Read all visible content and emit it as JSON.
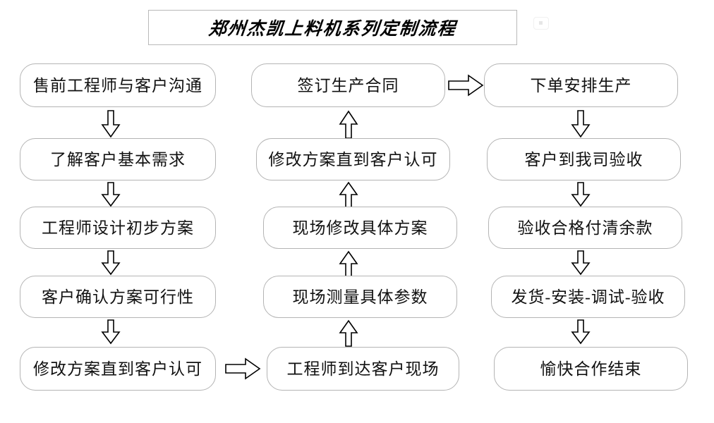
{
  "diagram": {
    "title": "郑州杰凯上料机系列定制流程",
    "type": "flowchart",
    "columns": 3,
    "colors": {
      "box_border": "#b4b4b4",
      "box_fill": "#ffffff",
      "text": "#111111",
      "arrow_stroke": "#000000",
      "arrow_fill": "#ffffff",
      "title_border": "#b9b9b9",
      "background": "#ffffff"
    },
    "columns_data": [
      {
        "name": "left-column",
        "direction": "top-to-bottom",
        "nodes": [
          {
            "id": "n1",
            "label": "售前工程师与客户沟通"
          },
          {
            "id": "n2",
            "label": "了解客户基本需求"
          },
          {
            "id": "n3",
            "label": "工程师设计初步方案"
          },
          {
            "id": "n4",
            "label": "客户确认方案可行性"
          },
          {
            "id": "n5",
            "label": "修改方案直到客户认可"
          }
        ]
      },
      {
        "name": "middle-column",
        "direction": "bottom-to-top",
        "nodes": [
          {
            "id": "n10",
            "label": "签订生产合同"
          },
          {
            "id": "n9",
            "label": "修改方案直到客户认可"
          },
          {
            "id": "n8",
            "label": "现场修改具体方案"
          },
          {
            "id": "n7",
            "label": "现场测量具体参数"
          },
          {
            "id": "n6",
            "label": "工程师到达客户现场"
          }
        ]
      },
      {
        "name": "right-column",
        "direction": "top-to-bottom",
        "nodes": [
          {
            "id": "n11",
            "label": "下单安排生产"
          },
          {
            "id": "n12",
            "label": "客户到我司验收"
          },
          {
            "id": "n13",
            "label": "验收合格付清余款"
          },
          {
            "id": "n14",
            "label": "发货-安装-调试-验收"
          },
          {
            "id": "n15",
            "label": "愉快合作结束"
          }
        ]
      }
    ],
    "connectors": [
      {
        "id": "a1",
        "from": "n1",
        "to": "n2",
        "direction": "down",
        "icon": "arrow-down-icon"
      },
      {
        "id": "a2",
        "from": "n2",
        "to": "n3",
        "direction": "down",
        "icon": "arrow-down-icon"
      },
      {
        "id": "a3",
        "from": "n3",
        "to": "n4",
        "direction": "down",
        "icon": "arrow-down-icon"
      },
      {
        "id": "a4",
        "from": "n4",
        "to": "n5",
        "direction": "down",
        "icon": "arrow-down-icon"
      },
      {
        "id": "a5",
        "from": "n5",
        "to": "n6",
        "direction": "right",
        "icon": "arrow-right-icon"
      },
      {
        "id": "a6",
        "from": "n6",
        "to": "n7",
        "direction": "up",
        "icon": "arrow-up-icon"
      },
      {
        "id": "a7",
        "from": "n7",
        "to": "n8",
        "direction": "up",
        "icon": "arrow-up-icon"
      },
      {
        "id": "a8",
        "from": "n8",
        "to": "n9",
        "direction": "up",
        "icon": "arrow-up-icon"
      },
      {
        "id": "a9",
        "from": "n9",
        "to": "n10",
        "direction": "up",
        "icon": "arrow-up-icon"
      },
      {
        "id": "a10",
        "from": "n10",
        "to": "n11",
        "direction": "right",
        "icon": "arrow-right-icon"
      },
      {
        "id": "a11",
        "from": "n11",
        "to": "n12",
        "direction": "down",
        "icon": "arrow-down-icon"
      },
      {
        "id": "a12",
        "from": "n12",
        "to": "n13",
        "direction": "down",
        "icon": "arrow-down-icon"
      },
      {
        "id": "a13",
        "from": "n13",
        "to": "n14",
        "direction": "down",
        "icon": "arrow-down-icon"
      },
      {
        "id": "a14",
        "from": "n14",
        "to": "n15",
        "direction": "down",
        "icon": "arrow-down-icon"
      }
    ]
  }
}
